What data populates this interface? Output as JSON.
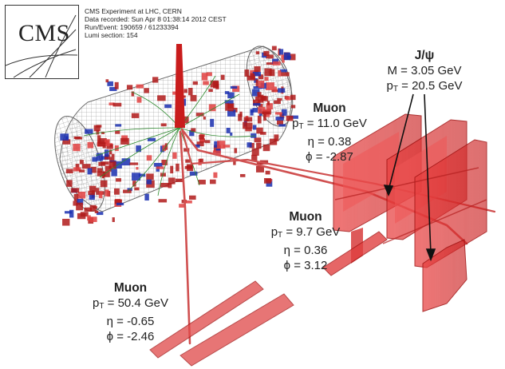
{
  "header": {
    "logo": "CMS",
    "info_lines": [
      "CMS Experiment at LHC, CERN",
      "Data recorded: Sun Apr  8 01:38:14 2012 CEST",
      "Run/Event: 190659 / 61233394",
      "Lumi section: 154"
    ]
  },
  "annotations": {
    "jpsi": {
      "title": "J/ψ",
      "mass": "M = 3.05 GeV",
      "pt_label": "p",
      "pt_sub": "T",
      "pt_value": " = 20.5 GeV"
    },
    "muon1": {
      "title": "Muon",
      "pt_label": "p",
      "pt_sub": "T",
      "pt_value": " = 11.0 GeV",
      "eta": "η = 0.38",
      "phi": "ϕ = -2.87"
    },
    "muon2": {
      "title": "Muon",
      "pt_label": "p",
      "pt_sub": "T",
      "pt_value": " = 9.7 GeV",
      "eta": "η = 0.36",
      "phi": "ϕ = 3.12"
    },
    "muon3": {
      "title": "Muon",
      "pt_label": "p",
      "pt_sub": "T",
      "pt_value": " = 50.4 GeV",
      "eta": "η = -0.65",
      "phi": "ϕ = -2.46"
    }
  },
  "colors": {
    "muon_track": "#d05050",
    "chamber_fill": "#e03030",
    "hcal_hit": "#b01a1a",
    "ecal_hit": "#1a2fb0",
    "tracker_track": "#2e8b2e",
    "mesh": "#8a8a8a"
  }
}
